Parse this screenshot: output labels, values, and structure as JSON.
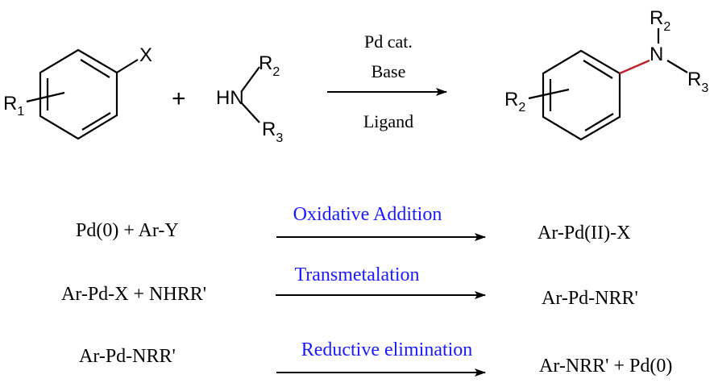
{
  "reaction": {
    "reactant1": {
      "substituent": "R",
      "substituent_sub": "1",
      "leaving_group": "X"
    },
    "plus": "+",
    "amine": {
      "hn": "HN",
      "r2": "R",
      "r2_sub": "2",
      "r3": "R",
      "r3_sub": "3"
    },
    "conditions": {
      "line1": "Pd cat.",
      "line2": "Base",
      "line3": "Ligand"
    },
    "product": {
      "n": "N",
      "r2_top": "R",
      "r2_top_sub": "2",
      "r3": "R",
      "r3_sub": "3",
      "ring_substituent": "R",
      "ring_substituent_sub": "2"
    }
  },
  "steps": [
    {
      "reactants": "Pd(0) + Ar-Y",
      "label": "Oxidative Addition",
      "products": "Ar-Pd(II)-X"
    },
    {
      "reactants": "Ar-Pd-X + NHRR'",
      "label": "Transmetalation",
      "products": "Ar-Pd-NRR'"
    },
    {
      "reactants": "Ar-Pd-NRR'",
      "label": "Reductive elimination",
      "products": "Ar-NRR' + Pd(0)"
    }
  ],
  "colors": {
    "ink": "#000000",
    "step_label": "#1a1aff",
    "new_bond": "#c0202a"
  }
}
